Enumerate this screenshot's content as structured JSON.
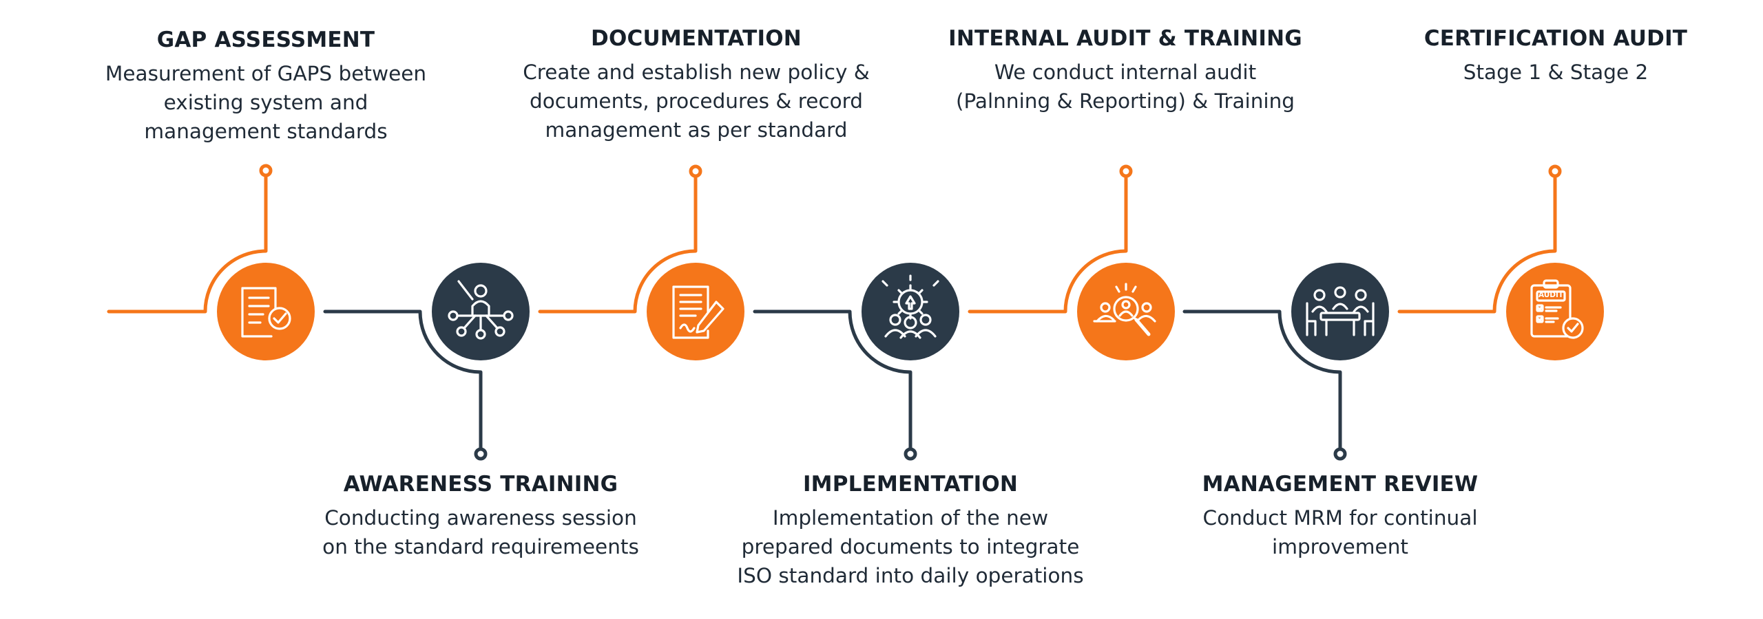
{
  "colors": {
    "orange": "#f5761a",
    "navy": "#2b3a48",
    "white": "#ffffff"
  },
  "steps": [
    {
      "title": "GAP ASSESSMENT",
      "description": "Measurement of GAPS between\nexisting system and\nmanagement standards",
      "icon": "checklist-document-icon",
      "color": "orange"
    },
    {
      "title": "AWARENESS TRAINING",
      "description": "Conducting awareness session\non the standard requiremeents",
      "icon": "trainer-network-icon",
      "color": "navy"
    },
    {
      "title": "DOCUMENTATION",
      "description": "Create and establish new policy &\ndocuments, procedures & record\nmanagement as per standard",
      "icon": "document-pen-icon",
      "color": "orange"
    },
    {
      "title": "IMPLEMENTATION",
      "description": "Implementation of the new\nprepared documents to integrate\nISO standard into daily operations",
      "icon": "team-gear-icon",
      "color": "navy"
    },
    {
      "title": "INTERNAL AUDIT & TRAINING",
      "description": "We conduct internal audit\n(Palnning & Reporting) & Training",
      "icon": "audit-magnifier-icon",
      "color": "orange"
    },
    {
      "title": "MANAGEMENT REVIEW",
      "description": "Conduct MRM for continual\nimprovement",
      "icon": "meeting-table-icon",
      "color": "navy"
    },
    {
      "title": "CERTIFICATION AUDIT",
      "description": "Stage 1 & Stage 2",
      "icon": "audit-clipboard-icon",
      "color": "orange",
      "icon_text": "AUDIT"
    }
  ]
}
